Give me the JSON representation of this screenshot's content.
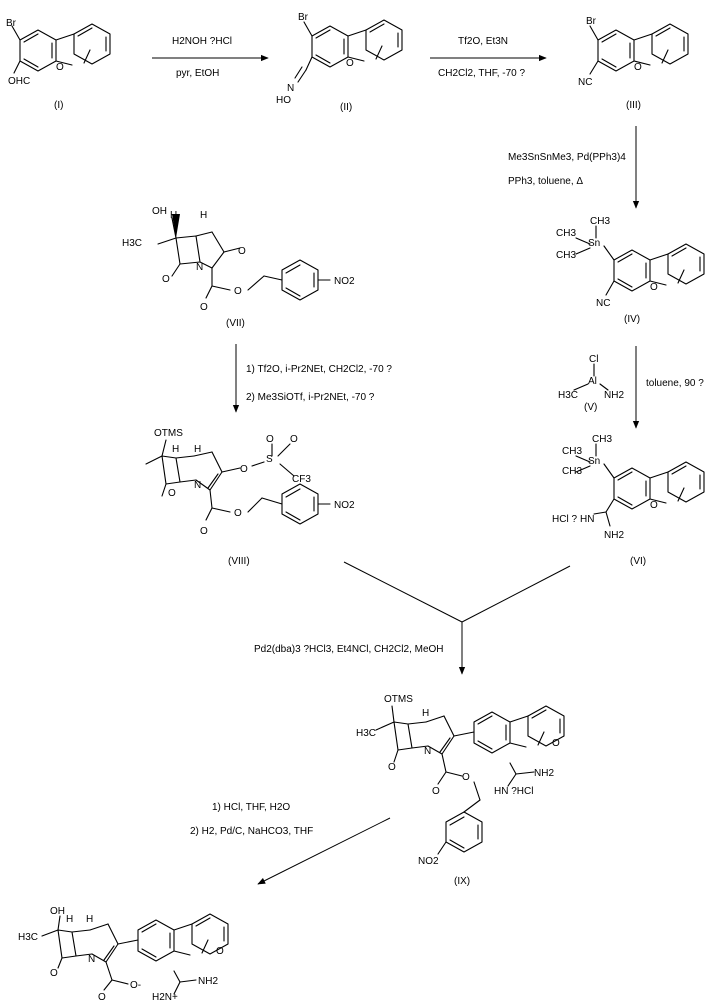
{
  "scheme": {
    "compounds": [
      {
        "label": "(I)",
        "atoms": [
          "Br",
          "OHC",
          "O"
        ]
      },
      {
        "label": "(II)",
        "atoms": [
          "Br",
          "N",
          "HO",
          "O"
        ]
      },
      {
        "label": "(III)",
        "atoms": [
          "Br",
          "NC",
          "O"
        ]
      },
      {
        "label": "(IV)",
        "atoms": [
          "CH3",
          "CH3",
          "CH3",
          "Sn",
          "NC",
          "O"
        ]
      },
      {
        "label": "(V)",
        "atoms": [
          "Cl",
          "Al",
          "H3C",
          "NH2"
        ]
      },
      {
        "label": "(VI)",
        "atoms": [
          "CH3",
          "CH3",
          "CH3",
          "Sn",
          "HCl ?",
          "HN",
          "NH2",
          "O"
        ]
      },
      {
        "label": "(VII)",
        "atoms": [
          "OH",
          "H3C",
          "H",
          "H",
          "N",
          "O",
          "O",
          "O",
          "O",
          "NO2"
        ]
      },
      {
        "label": "(VIII)",
        "atoms": [
          "OTMS",
          "H",
          "H",
          "N",
          "O",
          "O",
          "S",
          "CF3",
          "O",
          "O",
          "O",
          "O",
          "NO2"
        ]
      },
      {
        "label": "(IX)",
        "atoms": [
          "OTMS",
          "H3C",
          "H",
          "N",
          "O",
          "O",
          "O",
          "O",
          "NH2",
          "HN ?HCl",
          "NO2"
        ]
      },
      {
        "label": "",
        "atoms": [
          "OH",
          "H3C",
          "H",
          "H",
          "N",
          "O",
          "O",
          "O-",
          "NH2",
          "H2N+",
          "O"
        ]
      }
    ],
    "reactions": [
      {
        "lines": [
          "H2NOH ?HCl",
          "pyr, EtOH"
        ]
      },
      {
        "lines": [
          "Tf2O, Et3N",
          "CH2Cl2, THF, -70 ?"
        ]
      },
      {
        "lines": [
          "Me3SnSnMe3, Pd(PPh3)4",
          "PPh3, toluene, Δ"
        ]
      },
      {
        "lines": [
          "toluene, 90 ?"
        ]
      },
      {
        "lines": [
          "1) Tf2O, i-Pr2NEt, CH2Cl2, -70 ?",
          "2) Me3SiOTf, i-Pr2NEt, -70 ?"
        ]
      },
      {
        "lines": [
          "Pd2(dba)3 ?HCl3, Et4NCl, CH2Cl2, MeOH"
        ]
      },
      {
        "lines": [
          "1) HCl, THF, H2O",
          "2) H2, Pd/C, NaHCO3, THF"
        ]
      }
    ]
  }
}
